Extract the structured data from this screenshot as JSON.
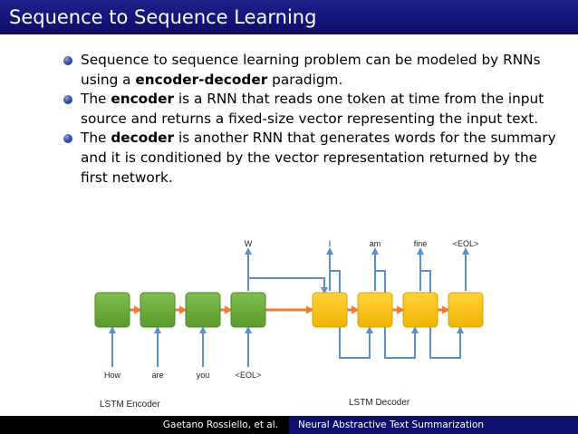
{
  "slide": {
    "title": "Sequence to Sequence Learning"
  },
  "bullets": [
    {
      "parts": [
        {
          "text": "Sequence to sequence learning problem can be modeled by RNNs using a ",
          "bold": false
        },
        {
          "text": "encoder-decoder",
          "bold": true
        },
        {
          "text": " paradigm.",
          "bold": false
        }
      ]
    },
    {
      "parts": [
        {
          "text": "The ",
          "bold": false
        },
        {
          "text": "encoder",
          "bold": true
        },
        {
          "text": " is a RNN that reads one token at time from the input source and returns a fixed-size vector representing the input text.",
          "bold": false
        }
      ]
    },
    {
      "parts": [
        {
          "text": "The ",
          "bold": false
        },
        {
          "text": "decoder",
          "bold": true
        },
        {
          "text": " is another RNN that generates words for the summary and it is conditioned by the vector representation returned by the first network.",
          "bold": false
        }
      ]
    }
  ],
  "diagram": {
    "input_tokens": [
      "How",
      "are",
      "you",
      "<EOL>"
    ],
    "output_tokens": [
      "W",
      "I",
      "am",
      "fine",
      "<EOL>"
    ],
    "encoder_label": "LSTM Encoder",
    "decoder_label": "LSTM Decoder",
    "colors": {
      "encoder_cell": "#6aad3a",
      "decoder_cell": "#f5c518",
      "line": "#5b8fc9",
      "state_arrow": "#ed7d31"
    }
  },
  "footer": {
    "author": "Gaetano Rossiello, et al.",
    "talk_title": "Neural Abstractive Text Summarization"
  }
}
